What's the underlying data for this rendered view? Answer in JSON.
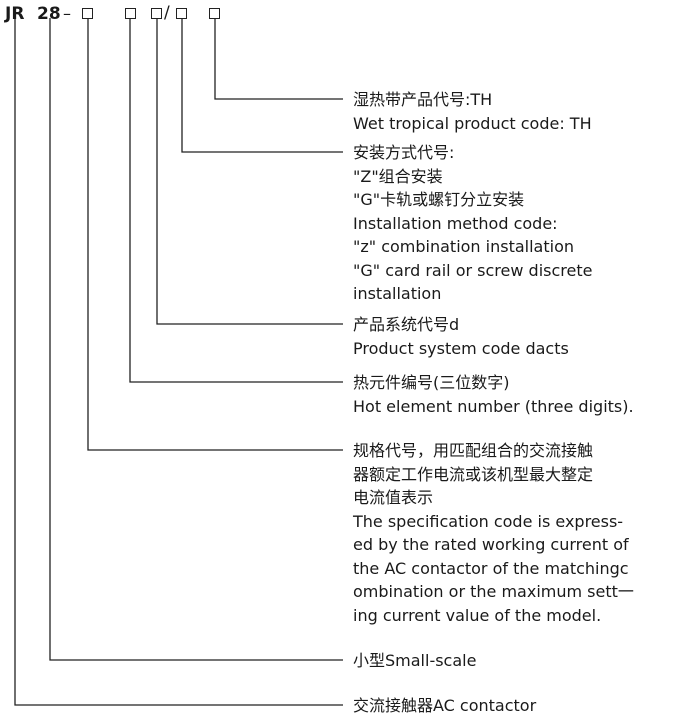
{
  "model_code": {
    "prefix": "JR",
    "number": "28",
    "dash": "–",
    "slash": "/"
  },
  "annotations": [
    {
      "lines": [
        "湿热带产品代号:TH",
        "Wet tropical product code: TH"
      ]
    },
    {
      "lines": [
        "安装方式代号:",
        "\"Z\"组合安装",
        "\"G\"卡轨或螺钉分立安装",
        "Installation method code:",
        "\"z\" combination installation",
        "\"G\" card rail or screw discrete",
        "installation"
      ]
    },
    {
      "lines": [
        "产品系统代号d",
        "Product system code dacts"
      ]
    },
    {
      "lines": [
        "热元件编号(三位数字)",
        "Hot element number (three digits)."
      ]
    },
    {
      "lines": [
        "规格代号，用匹配组合的交流接触",
        "器额定工作电流或该机型最大整定",
        "电流值表示",
        "The specification code is express-",
        "ed by the rated working current of",
        "the AC contactor of the matchingc",
        "ombination or the maximum sett一",
        "ing current value of the model."
      ]
    },
    {
      "lines": [
        "小型Small-scale"
      ]
    },
    {
      "lines": [
        "交流接触器AC contactor"
      ]
    }
  ]
}
